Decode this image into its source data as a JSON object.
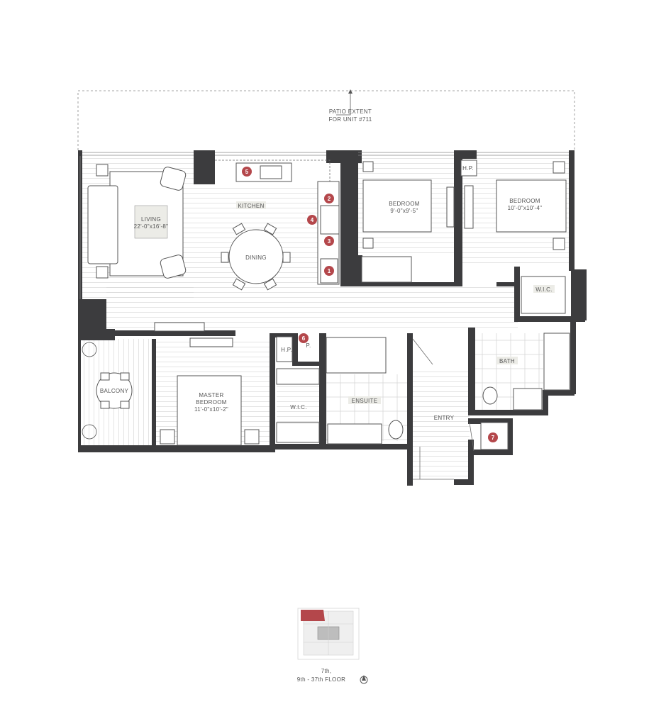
{
  "patio_note": {
    "line1": "PATIO EXTENT",
    "line2": "FOR UNIT #711"
  },
  "rooms": {
    "living": {
      "name": "LIVING",
      "dims": "22'-0\"x16'-8\""
    },
    "kitchen": {
      "name": "KITCHEN"
    },
    "dining": {
      "name": "DINING"
    },
    "bedroom1": {
      "name": "BEDROOM",
      "dims": "9'-0\"x9'-5\""
    },
    "bedroom2": {
      "name": "BEDROOM",
      "dims": "10'-0\"x10'-4\""
    },
    "hp_top": {
      "name": "H.P."
    },
    "wic_right": {
      "name": "W.I.C."
    },
    "bath": {
      "name": "BATH"
    },
    "balcony": {
      "name": "BALCONY"
    },
    "master": {
      "name": "MASTER",
      "name2": "BEDROOM",
      "dims": "11'-0\"x10'-2\""
    },
    "hp_master": {
      "name": "H.P."
    },
    "pantry": {
      "name": "P."
    },
    "wic_master": {
      "name": "W.I.C."
    },
    "ensuite": {
      "name": "ENSUITE"
    },
    "entry": {
      "name": "ENTRY"
    }
  },
  "markers": [
    "1",
    "2",
    "3",
    "4",
    "5",
    "6",
    "7"
  ],
  "keyplan": {
    "highlight_color": "#b4474b",
    "floor_line1": "7th,",
    "floor_line2": "9th - 37th FLOOR"
  },
  "colors": {
    "wall": "#3c3c3e",
    "label_bg": "#ecece7",
    "marker": "#b4474b"
  },
  "icons": {
    "north": "compass-north-icon"
  }
}
